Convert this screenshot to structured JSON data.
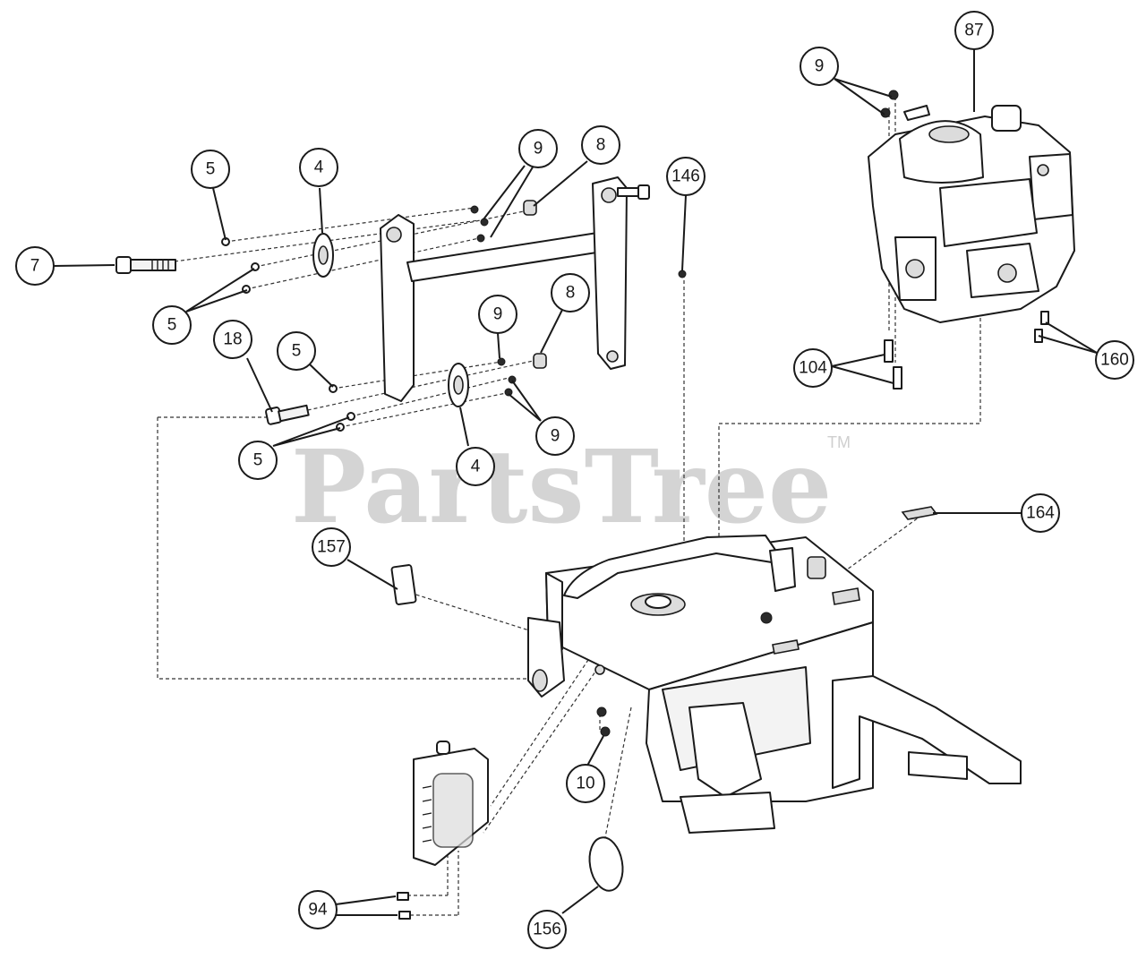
{
  "watermark": {
    "text": "PartsTree",
    "mark": "TM"
  },
  "callouts": [
    {
      "label": "87"
    },
    {
      "label": "9"
    },
    {
      "label": "146"
    },
    {
      "label": "9"
    },
    {
      "label": "8"
    },
    {
      "label": "5"
    },
    {
      "label": "4"
    },
    {
      "label": "7"
    },
    {
      "label": "5"
    },
    {
      "label": "9"
    },
    {
      "label": "8"
    },
    {
      "label": "18"
    },
    {
      "label": "5"
    },
    {
      "label": "104"
    },
    {
      "label": "160"
    },
    {
      "label": "9"
    },
    {
      "label": "5"
    },
    {
      "label": "4"
    },
    {
      "label": "164"
    },
    {
      "label": "157"
    },
    {
      "label": "10"
    },
    {
      "label": "94"
    },
    {
      "label": "156"
    }
  ]
}
